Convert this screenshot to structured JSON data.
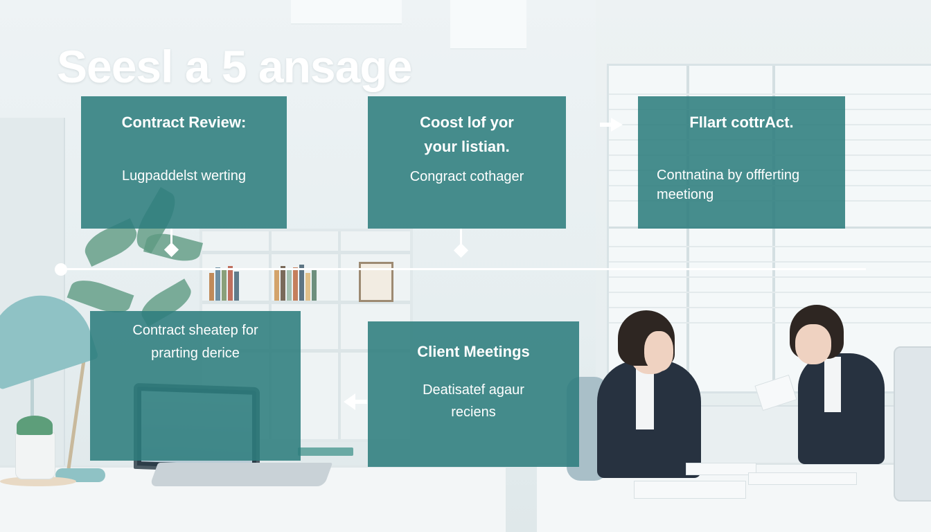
{
  "title": "Seesl a 5 ansage",
  "steps_top": [
    {
      "heading": "Contract Review:",
      "text": "Lugpaddelst werting"
    },
    {
      "heading": "Coost lof yor\nyour listian.",
      "text": "Congract cothager"
    },
    {
      "heading": "Fllart cottrAct.",
      "text": "Contnatina by offferting\nmeetiong"
    }
  ],
  "steps_bottom": [
    {
      "text": "Contract sheatep for\nprarting derice"
    },
    {
      "heading": "Client Meetings",
      "text": "Deatisatef agaur\nreciens"
    }
  ],
  "colors": {
    "box_fill": "#2d7d7d",
    "text": "#ffffff",
    "timeline": "#ffffff"
  },
  "icons": {
    "arrow_between_2_3": "arrow-right-icon",
    "arrow_bottom": "arrow-left-icon",
    "timeline_markers": "diamond-marker-icon"
  }
}
